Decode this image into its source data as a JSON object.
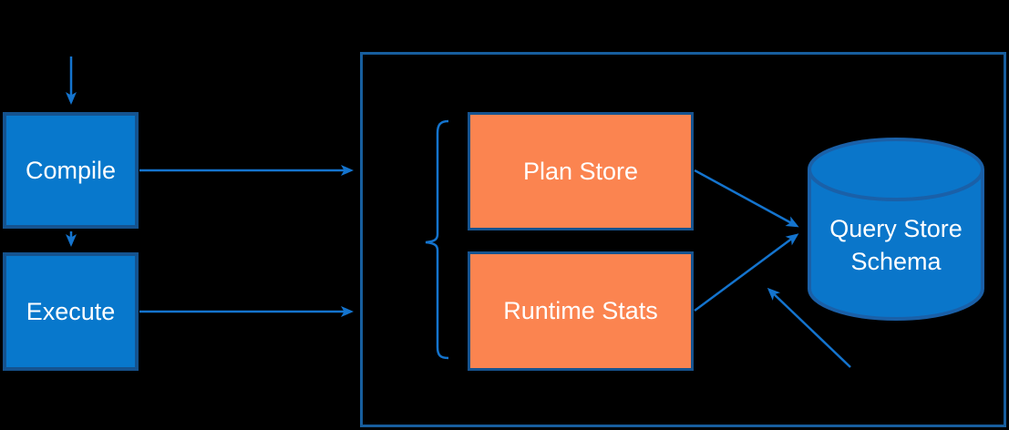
{
  "diagram": {
    "type": "flow-diagram",
    "background": "#000000",
    "nodes": {
      "compile": {
        "label": "Compile",
        "shape": "rectangle",
        "fill": "#0878CC"
      },
      "execute": {
        "label": "Execute",
        "shape": "rectangle",
        "fill": "#0878CC"
      },
      "plan_store": {
        "label": "Plan Store",
        "shape": "rectangle",
        "fill": "#FB8450"
      },
      "runtime_stats": {
        "label": "Runtime Stats",
        "shape": "rectangle",
        "fill": "#FB8450"
      },
      "query_store_schema": {
        "label": "Query Store Schema",
        "shape": "database-cylinder",
        "fill": "#0A76CA"
      },
      "query_store_container": {
        "label": "",
        "shape": "rectangle-outline"
      }
    },
    "edges": [
      {
        "from": "start",
        "to": "compile",
        "style": "arrow-down"
      },
      {
        "from": "compile",
        "to": "execute",
        "style": "arrow-down"
      },
      {
        "from": "compile",
        "to": "query_store_container",
        "style": "arrow-right"
      },
      {
        "from": "execute",
        "to": "query_store_container",
        "style": "arrow-right"
      },
      {
        "from": "plan_store",
        "to": "query_store_schema",
        "style": "arrow"
      },
      {
        "from": "runtime_stats",
        "to": "query_store_schema",
        "style": "arrow"
      },
      {
        "from": "lower-right",
        "to": "runtime_stats-schema-link",
        "style": "annotation-arrow"
      }
    ],
    "annotations": {
      "grouping_brace": "left curly brace grouping Plan Store and Runtime Stats"
    },
    "colors": {
      "blue_fill": "#0878CC",
      "blue_border": "#15538F",
      "orange_fill": "#FB8450",
      "orange_border": "#16538F",
      "container_border": "#175E9E",
      "cylinder_fill": "#0A76CA",
      "cylinder_border": "#1A60A8",
      "arrow": "#1474CE",
      "text": "#FFFFFF"
    }
  }
}
